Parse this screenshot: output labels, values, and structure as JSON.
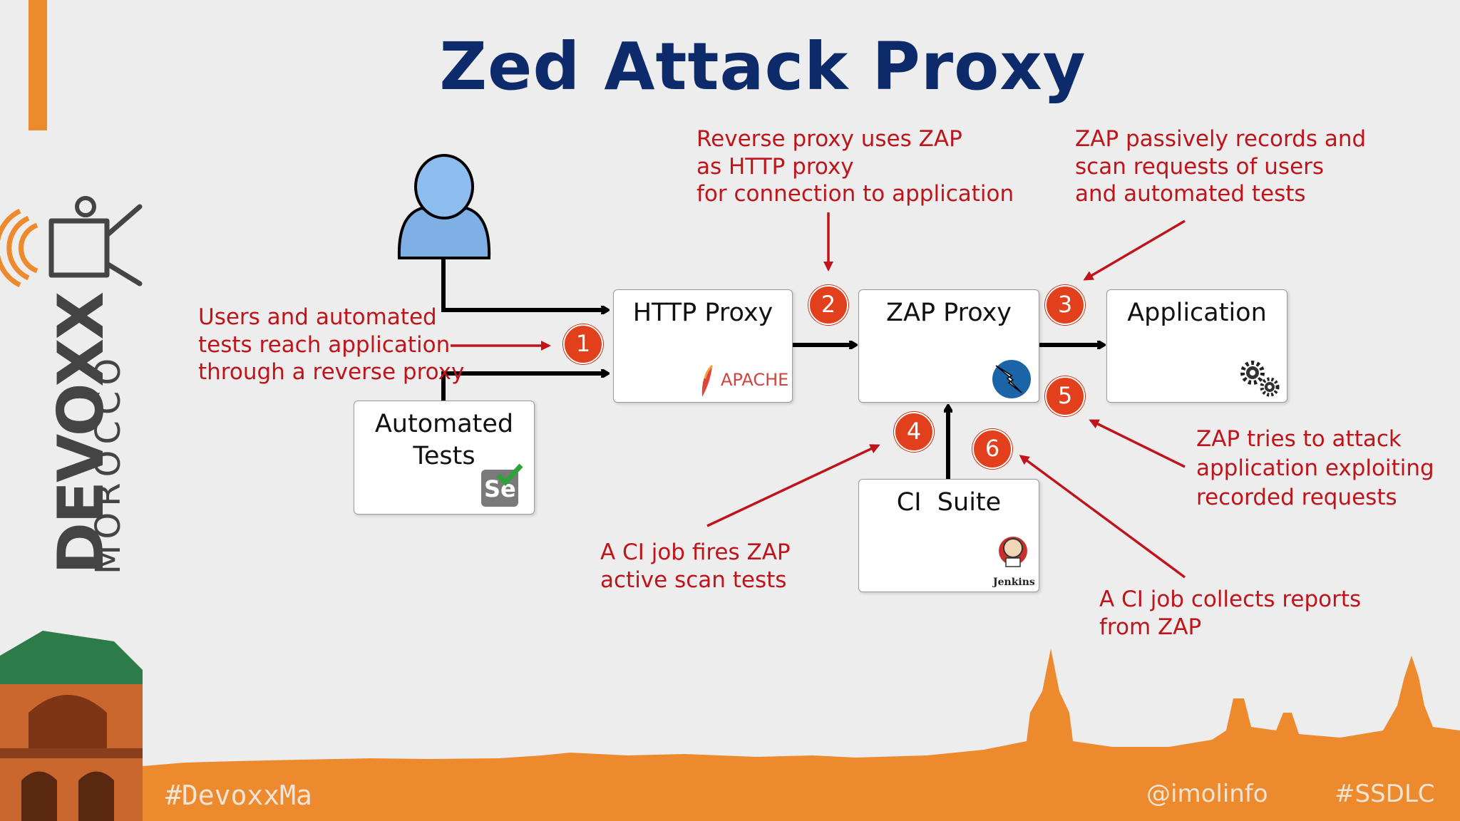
{
  "slide": {
    "title": "Zed Attack Proxy",
    "brand": {
      "name": "DEVOXX",
      "subname": "MOROCCO"
    },
    "boxes": {
      "http_proxy": "HTTP Proxy",
      "apache_logo": "APACHE",
      "zap_proxy": "ZAP Proxy",
      "application": "Application",
      "automated_tests": [
        "Automated",
        "Tests"
      ],
      "selenium_logo": "Se",
      "ci_suite": "CI  Suite",
      "jenkins_logo": "Jenkins"
    },
    "badges": [
      "1",
      "2",
      "3",
      "4",
      "5",
      "6"
    ],
    "notes": {
      "users_reach": [
        "Users and automated",
        "tests reach application",
        "through a reverse proxy"
      ],
      "reverse_proxy": [
        "Reverse proxy uses ZAP",
        "as HTTP proxy",
        "for connection to application"
      ],
      "passive_records": [
        "ZAP passively records and",
        "scan requests of users",
        "and automated tests"
      ],
      "zap_attack": [
        "ZAP tries to attack",
        "application exploiting",
        "recorded requests"
      ],
      "ci_fires": [
        "A CI job fires ZAP",
        "active scan tests"
      ],
      "ci_collects": [
        "A CI job collects reports",
        "from ZAP"
      ]
    },
    "footer": {
      "hashtag": "#DevoxxMa",
      "handle": "@imolinfo",
      "tag": "#SSDLC"
    },
    "colors": {
      "title": "#0d2a6b",
      "note": "#c0141b",
      "badge": "#e2401c",
      "accent": "#ee8a2e"
    }
  }
}
